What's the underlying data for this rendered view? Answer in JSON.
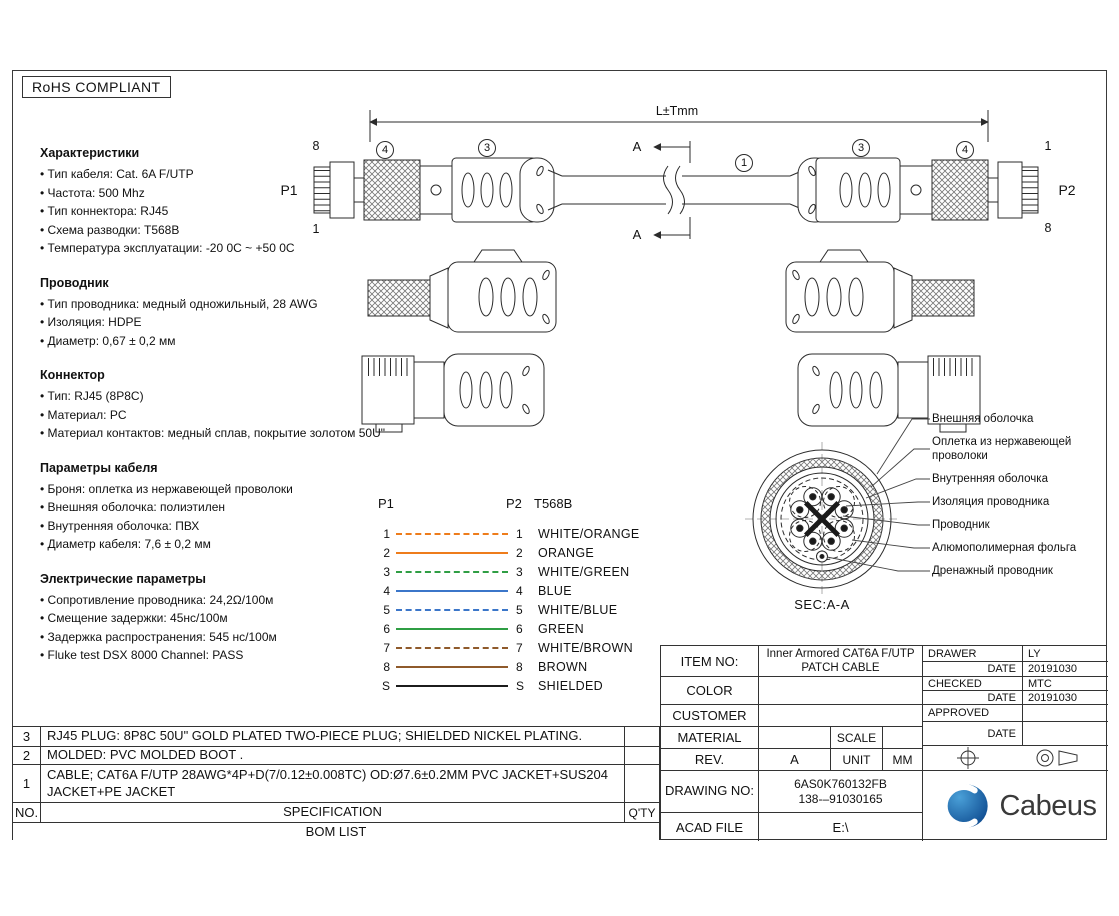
{
  "bullet": "•",
  "rohs_label": "RoHS COMPLIANT",
  "specs": [
    {
      "title": "Характеристики",
      "items": [
        "Тип кабеля: Cat. 6A F/UTP",
        "Частота: 500 Mhz",
        "Тип коннектора: RJ45",
        "Схема разводки: T568B",
        "Температура эксплуатации: -20 0C ~ +50 0C"
      ]
    },
    {
      "title": "Проводник",
      "items": [
        "Тип проводника: медный одножильный, 28 AWG",
        "Изоляция: HDPE",
        "Диаметр: 0,67 ± 0,2 мм"
      ]
    },
    {
      "title": "Коннектор",
      "items": [
        "Тип: RJ45 (8P8C)",
        "Материал: PC",
        "Материал контактов: медный сплав, покрытие золотом 50U\""
      ]
    },
    {
      "title": "Параметры кабеля",
      "items": [
        "Броня: оплетка из нержавеющей проволоки",
        "Внешняя оболочка: полиэтилен",
        "Внутренняя оболочка: ПВХ",
        "Диаметр кабеля: 7,6 ± 0,2 мм"
      ]
    },
    {
      "title": "Электрические параметры",
      "items": [
        "Сопротивление проводника: 24,2Ω/100м",
        "Смещение задержки: 45нс/100м",
        "Задержка распространения: 545 нс/100м",
        "Fluke test DSX 8000 Channel: PASS"
      ]
    }
  ],
  "assembly": {
    "dimension_label": "L±Tmm",
    "section_label": "A",
    "p1_label": "P1",
    "p2_label": "P2",
    "p1_pin_top": "8",
    "p1_pin_bottom": "1",
    "p2_pin_top": "1",
    "p2_pin_bottom": "8",
    "callouts": [
      "4",
      "3",
      "1",
      "3",
      "4"
    ]
  },
  "wiring": {
    "p1_label": "P1",
    "p2_label": "P2",
    "scheme_label": "T568B",
    "rows": [
      {
        "left": "1",
        "right": "1",
        "name": "WHITE/ORANGE",
        "color": "#ee7c1b",
        "dashed": true
      },
      {
        "left": "2",
        "right": "2",
        "name": "ORANGE",
        "color": "#ee7c1b",
        "dashed": false
      },
      {
        "left": "3",
        "right": "3",
        "name": "WHITE/GREEN",
        "color": "#2f9e44",
        "dashed": true
      },
      {
        "left": "4",
        "right": "4",
        "name": "BLUE",
        "color": "#3b76c9",
        "dashed": false
      },
      {
        "left": "5",
        "right": "5",
        "name": "WHITE/BLUE",
        "color": "#3b76c9",
        "dashed": true
      },
      {
        "left": "6",
        "right": "6",
        "name": "GREEN",
        "color": "#2f9e44",
        "dashed": false
      },
      {
        "left": "7",
        "right": "7",
        "name": "WHITE/BROWN",
        "color": "#8f5a2b",
        "dashed": true
      },
      {
        "left": "8",
        "right": "8",
        "name": "BROWN",
        "color": "#8f5a2b",
        "dashed": false
      },
      {
        "left": "S",
        "right": "S",
        "name": "SHIELDED",
        "color": "#1c1c1c",
        "dashed": false
      }
    ]
  },
  "cross_section": {
    "label": "SEC:A-A",
    "callouts": [
      "Внешняя оболочка",
      "Оплетка из нержавеющей проволоки",
      "Внутренняя оболочка",
      "Изоляция проводника",
      "Проводник",
      "Алюмополимерная фольга",
      "Дренажный проводник"
    ]
  },
  "bom": {
    "rows": [
      {
        "no": "3",
        "spec": "RJ45 PLUG: 8P8C 50U\" GOLD PLATED TWO-PIECE PLUG; SHIELDED NICKEL PLATING.",
        "qty": ""
      },
      {
        "no": "2",
        "spec": "MOLDED: PVC MOLDED BOOT .",
        "qty": ""
      },
      {
        "no": "1",
        "spec": "CABLE; CAT6A F/UTP 28AWG*4P+D(7/0.12±0.008TC) OD:Ø7.6±0.2MM PVC JACKET+SUS204 JACKET+PE JACKET",
        "qty": ""
      }
    ],
    "header": {
      "no": "NO.",
      "spec": "SPECIFICATION",
      "qty": "Q'TY"
    },
    "footer": "BOM LIST"
  },
  "title_block": {
    "item_no_label": "ITEM NO:",
    "item_no_value": "Inner Armored CAT6A F/UTP PATCH CABLE",
    "color_label": "COLOR",
    "color_value": "",
    "customer_label": "CUSTOMER",
    "customer_value": "",
    "material_label": "MATERIAL",
    "material_value": "",
    "scale_label": "SCALE",
    "scale_value": "",
    "rev_label": "REV.",
    "rev_value": "A",
    "unit_label": "UNIT",
    "unit_value": "MM",
    "drawing_no_label": "DRAWING NO:",
    "drawing_no_line1": "6AS0K760132FB",
    "drawing_no_line2": "138-–91030165",
    "acad_label": "ACAD FILE",
    "acad_value": "E:\\",
    "drawer_label": "DRAWER",
    "drawer_value": "LY",
    "date_label": "DATE",
    "drawer_date": "20191030",
    "checked_label": "CHECKED",
    "checked_value": "MTC",
    "checked_date": "20191030",
    "approved_label": "APPROVED",
    "approved_value": "",
    "approved_date": ""
  },
  "logo": {
    "text": "Cabeus"
  }
}
